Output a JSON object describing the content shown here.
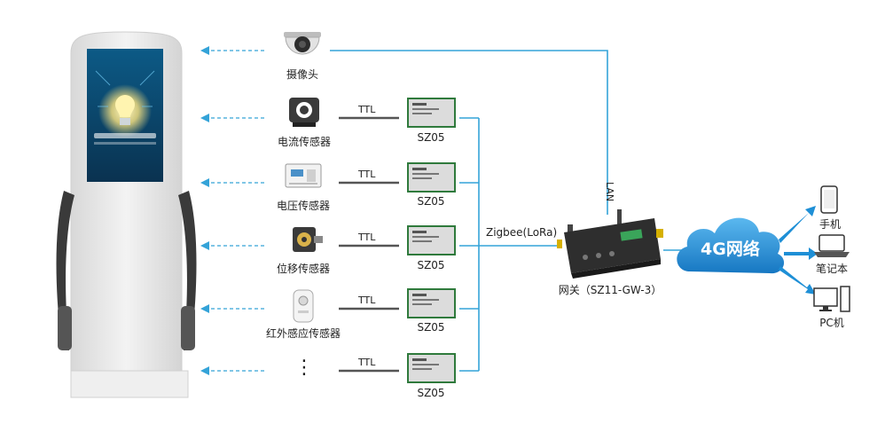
{
  "sensors": [
    {
      "label": "摄像头",
      "icon": "camera-icon"
    },
    {
      "label": "电流传感器",
      "icon": "current-sensor-icon"
    },
    {
      "label": "电压传感器",
      "icon": "voltage-sensor-icon"
    },
    {
      "label": "位移传感器",
      "icon": "displacement-sensor-icon"
    },
    {
      "label": "红外感应传感器",
      "icon": "infrared-sensor-icon"
    },
    {
      "label": "⋮",
      "icon": "more-icon"
    }
  ],
  "links": {
    "ttl": "TTL",
    "zigbee": "Zigbee(LoRa)",
    "lan": "LAN"
  },
  "modules": [
    "SZ05",
    "SZ05",
    "SZ05",
    "SZ05",
    "SZ05"
  ],
  "gateway": {
    "label": "网关（SZ11-GW-3）"
  },
  "cloud": {
    "label": "4G网络"
  },
  "devices": [
    {
      "label": "手机",
      "icon": "phone-icon"
    },
    {
      "label": "笔记本",
      "icon": "laptop-icon"
    },
    {
      "label": "PC机",
      "icon": "pc-icon"
    }
  ],
  "colors": {
    "line_blue": "#34a3d8",
    "ttl_line": "#555555",
    "cloud_blue": "#1e8fd6",
    "kiosk": "#e9e9e9"
  }
}
